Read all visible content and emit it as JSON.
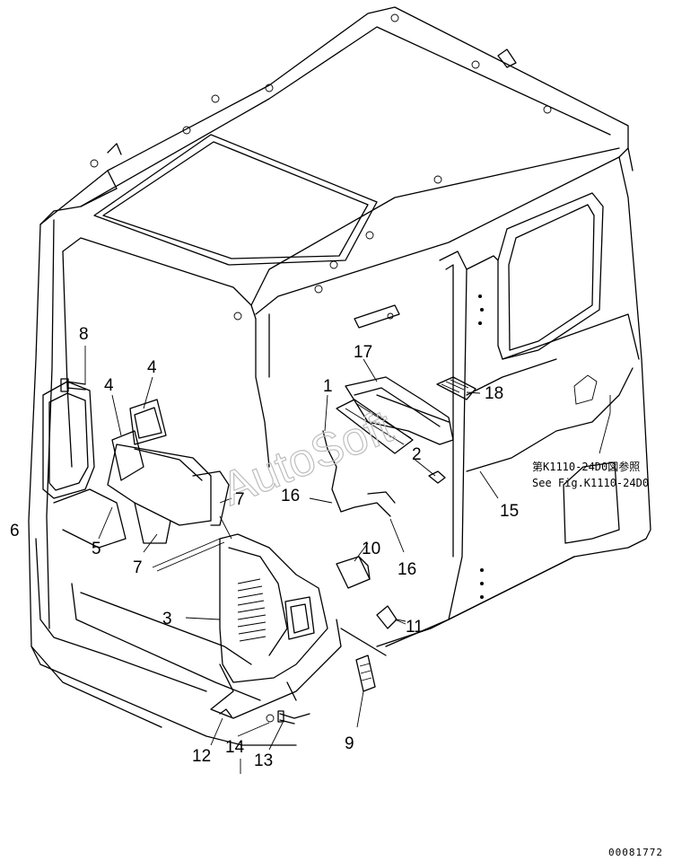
{
  "watermark": "AutoSoft",
  "reference_note": {
    "line1": "第K1110-24D0図参照",
    "line2": "See Fig.K1110-24D0"
  },
  "document_number": "00081772",
  "callouts": {
    "c1": "1",
    "c2": "2",
    "c3": "3",
    "c4a": "4",
    "c4b": "4",
    "c5": "5",
    "c6": "6",
    "c7a": "7",
    "c7b": "7",
    "c8": "8",
    "c9": "9",
    "c10": "10",
    "c11": "11",
    "c12": "12",
    "c13": "13",
    "c14": "14",
    "c15": "15",
    "c16a": "16",
    "c16b": "16",
    "c17": "17",
    "c18": "18"
  }
}
